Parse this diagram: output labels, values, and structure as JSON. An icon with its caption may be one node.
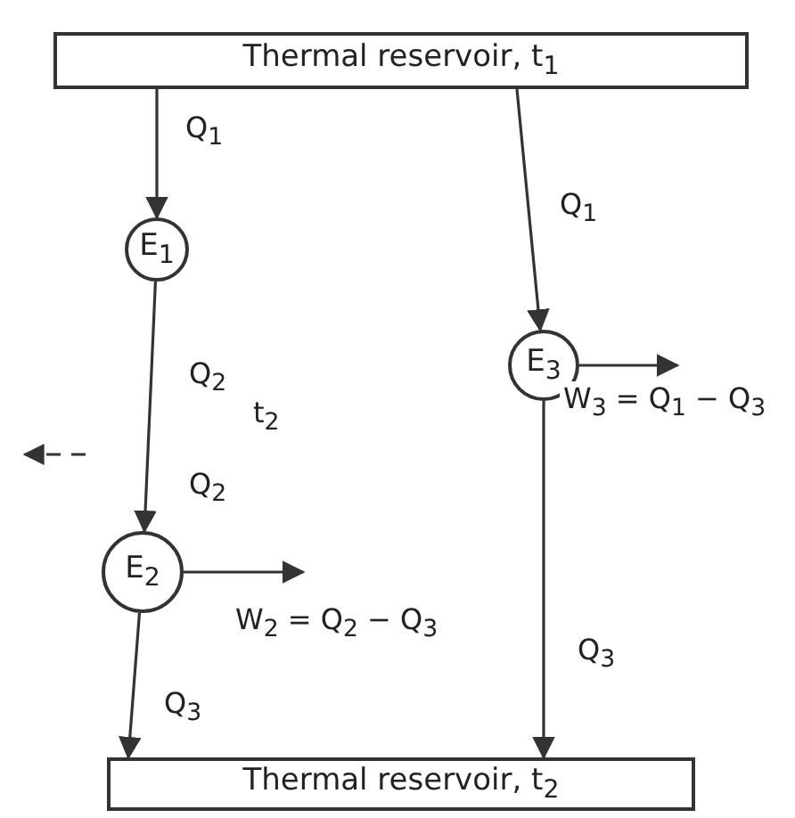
{
  "diagram": {
    "nodes": [
      {
        "text": [
          "Thermal reservoir, t$_{1}$"
        ]
      },
      {
        "text": [
          "E$_{1}$"
        ]
      },
      {
        "text": [
          "E$_{2}$"
        ]
      },
      {
        "text": [
          "E$_{3}$"
        ]
      },
      {
        "text": [
          "Thermal reservoir, t$_{2}$"
        ]
      }
    ],
    "edges": [
      {
        "from": 0,
        "to": 1,
        "arrow": "to",
        "label": "Q$_{1}$"
      },
      {
        "from": 1,
        "to": 2,
        "arrow": "to",
        "label": "Q$_{2}$"
      },
      {
        "from": 2,
        "to": 4,
        "arrow": "to",
        "label": "Q$_{3}$"
      },
      {
        "from": 0,
        "to": 3,
        "arrow": "to",
        "label": "Q$_{1}$"
      },
      {
        "from": 3,
        "to": 4,
        "arrow": "to",
        "label": "Q$_{3}$"
      },
      {
        "from": 2,
        "to": null,
        "arrow": "to",
        "label": "W$_{2}$ = Q$_{2}$ − Q$_{3}$"
      },
      {
        "from": 3,
        "to": null,
        "arrow": "to",
        "label": "W$_{3}$ = Q$_{1}$ − Q$_{3}$"
      }
    ],
    "labels": [
      "t$_{2}$",
      "Q$_{2}$"
    ]
  }
}
